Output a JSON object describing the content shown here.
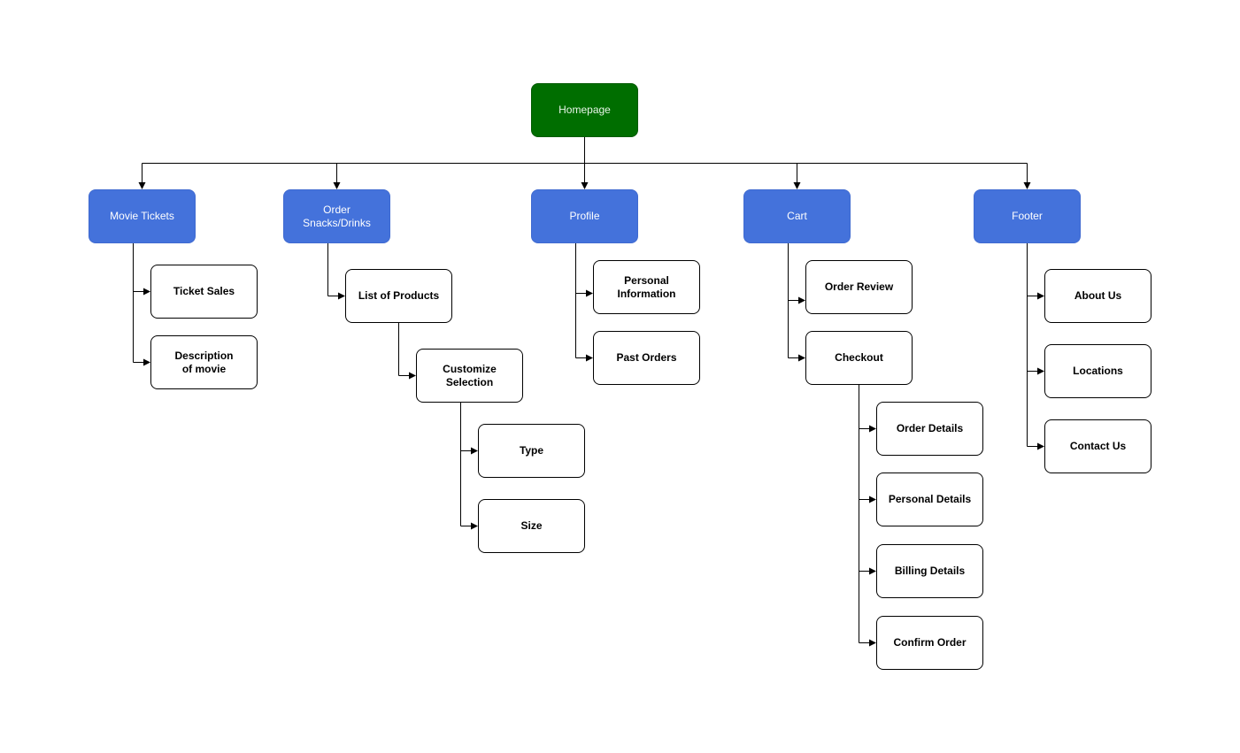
{
  "diagram": {
    "root": {
      "label": "Homepage",
      "color": "#006e00"
    },
    "sections": {
      "movie_tickets": "Movie Tickets",
      "order_snacks": "Order\nSnacks/Drinks",
      "profile": "Profile",
      "cart": "Cart",
      "footer": "Footer",
      "color": "#4472db"
    },
    "movie_tickets": {
      "ticket_sales": "Ticket Sales",
      "description": "Description\nof movie"
    },
    "order_snacks": {
      "list_of_products": "List of Products",
      "customize_selection": "Customize\nSelection",
      "type": "Type",
      "size": "Size"
    },
    "profile": {
      "personal_information": "Personal\nInformation",
      "past_orders": "Past Orders"
    },
    "cart": {
      "order_review": "Order Review",
      "checkout": "Checkout",
      "order_details": "Order Details",
      "personal_details": "Personal Details",
      "billing_details": "Billing Details",
      "confirm_order": "Confirm Order"
    },
    "footer": {
      "about_us": "About Us",
      "locations": "Locations",
      "contact_us": "Contact Us"
    }
  }
}
